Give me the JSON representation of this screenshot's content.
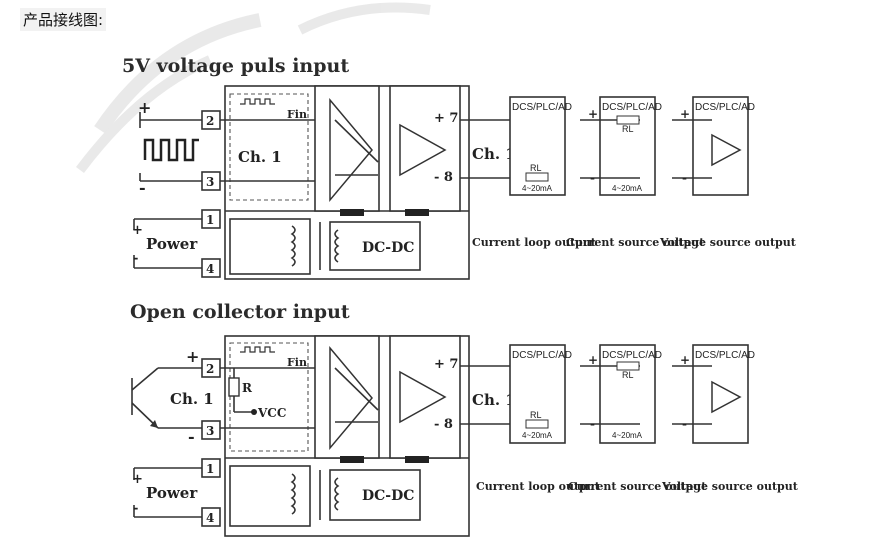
{
  "header": "产品接线图:",
  "sections": [
    {
      "title": "5V voltage puls input",
      "terminals": [
        "2",
        "3",
        "1",
        "4"
      ],
      "plus": "+",
      "minus": "-",
      "channel": "Ch. 1",
      "fin": "Fin",
      "power_label": "Power",
      "power_plus": "+",
      "power_minus": "-",
      "dcdc": "DC-DC",
      "out_plus": "+ 7",
      "out_minus": "- 8",
      "out_channel": "Ch. 1",
      "loads": [
        {
          "title": "DCS/PLC/AD",
          "rl": "RL",
          "range": "4~20mA"
        },
        {
          "title": "DCS/PLC/AD",
          "rl": "RL",
          "range": "4~20mA"
        },
        {
          "title": "DCS/PLC/AD"
        }
      ],
      "output_labels": [
        "Current loop output",
        "Current source output",
        "Voltage source output"
      ]
    },
    {
      "title": "Open collector input",
      "terminals": [
        "2",
        "3",
        "1",
        "4"
      ],
      "plus": "+",
      "minus": "-",
      "channel": "Ch. 1",
      "fin": "Fin",
      "resistor": "R",
      "vcc": "VCC",
      "power_label": "Power",
      "power_plus": "+",
      "power_minus": "-",
      "dcdc": "DC-DC",
      "out_plus": "+ 7",
      "out_minus": "- 8",
      "out_channel": "Ch. 1",
      "loads": [
        {
          "title": "DCS/PLC/AD",
          "rl": "RL",
          "range": "4~20mA"
        },
        {
          "title": "DCS/PLC/AD",
          "rl": "RL",
          "range": "4~20mA"
        },
        {
          "title": "DCS/PLC/AD"
        }
      ],
      "output_labels": [
        "Current loop output",
        "Current source output",
        "Voltage source output"
      ]
    }
  ]
}
